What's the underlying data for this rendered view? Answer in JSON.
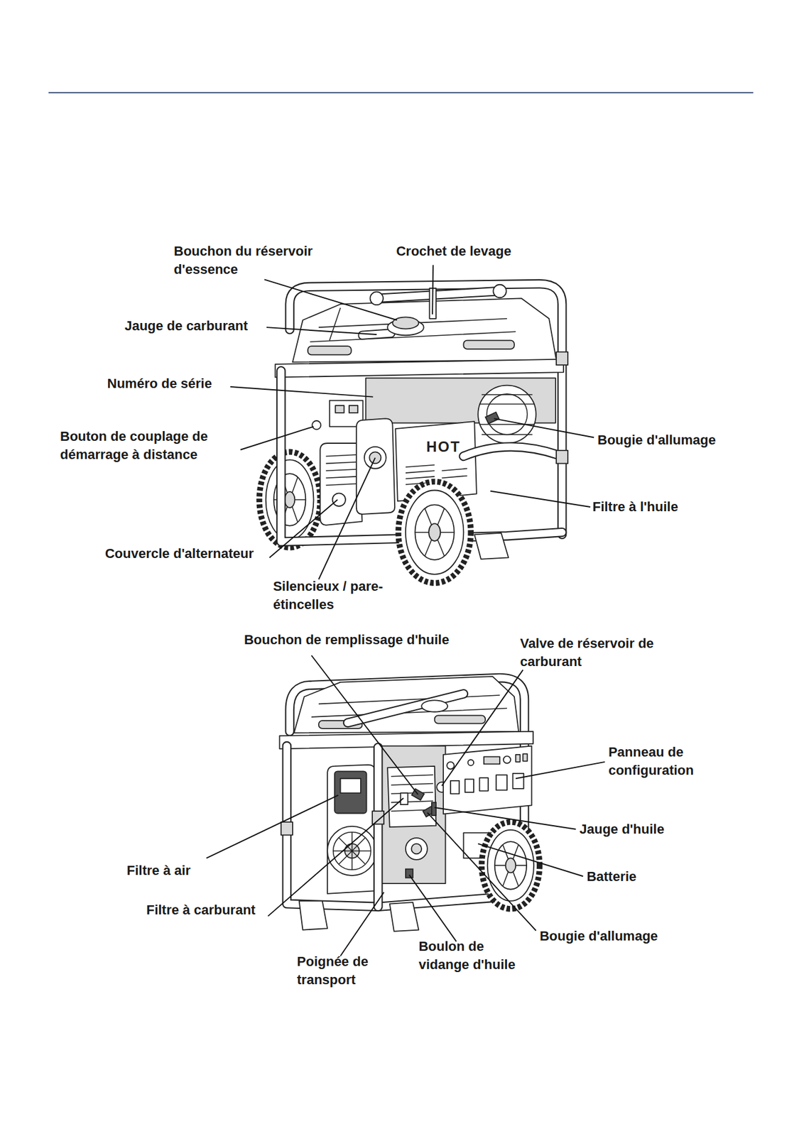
{
  "diagram": {
    "labels": [
      "Bouchon du réservoir d'essence",
      "Crochet de levage",
      "Jauge de carburant",
      "Numéro de série",
      "Bouton de couplage de démarrage à distance",
      "Bougie d'allumage",
      "Filtre à l'huile",
      "Couvercle d'alternateur",
      "Silencieux / pare-étincelles",
      "HOT",
      "Bouchon de remplissage d'huile",
      "Valve de réservoir de carburant",
      "Panneau de configuration",
      "Jauge d'huile",
      "Filtre à air",
      "Batterie",
      "Filtre à carburant",
      "Bougie d'allumage",
      "Boulon de vidange d'huile",
      "Poignée de transport"
    ]
  }
}
